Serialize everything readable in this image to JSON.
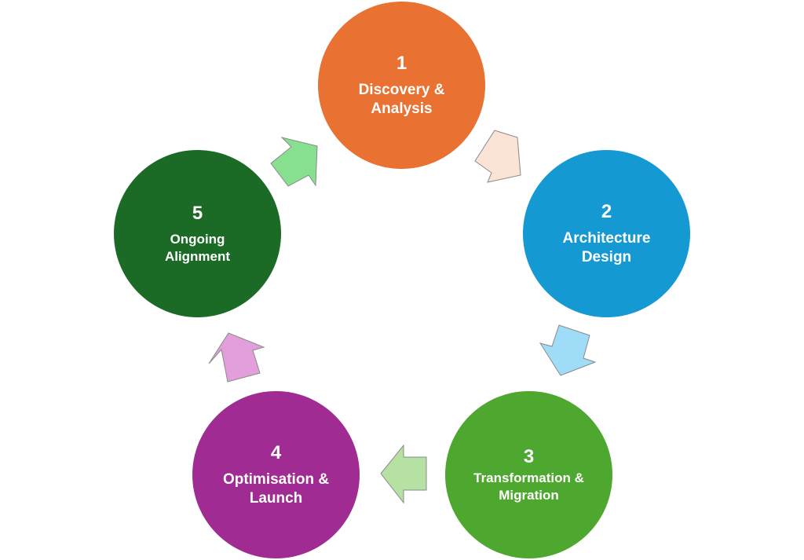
{
  "diagram": {
    "type": "cycle",
    "steps": [
      {
        "number": "1",
        "label": "Discovery & Analysis",
        "color": "#E97132"
      },
      {
        "number": "2",
        "label": "Architecture Design",
        "color": "#1499D3"
      },
      {
        "number": "3",
        "label": "Transformation & Migration",
        "color": "#4EA72E"
      },
      {
        "number": "4",
        "label": "Optimisation & Launch",
        "color": "#A02B93"
      },
      {
        "number": "5",
        "label": "Ongoing Alignment",
        "color": "#1B6B27"
      }
    ],
    "arrows": [
      {
        "from": "1",
        "to": "2",
        "color": "#FBE3D6"
      },
      {
        "from": "2",
        "to": "3",
        "color": "#9EDCF7"
      },
      {
        "from": "3",
        "to": "4",
        "color": "#B5E2A2"
      },
      {
        "from": "4",
        "to": "5",
        "color": "#E39FDB"
      },
      {
        "from": "5",
        "to": "1",
        "color": "#86E08F"
      }
    ]
  }
}
